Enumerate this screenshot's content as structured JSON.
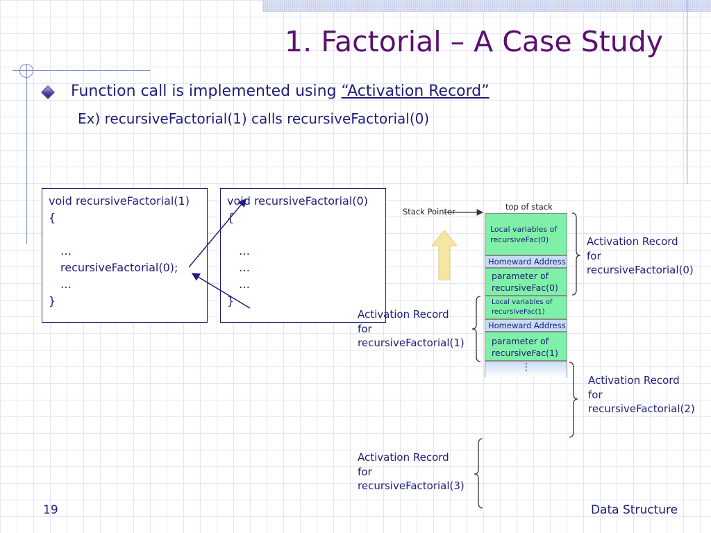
{
  "slide": {
    "title": "1. Factorial – A Case Study",
    "bullet_text": "Function call is implemented using ",
    "bullet_link": "“Activation Record”",
    "sub_text": "Ex) recursiveFactorial(1) calls recursiveFactorial(0)",
    "page_number": "19",
    "footer_label": "Data Structure"
  },
  "code_box_1": {
    "lines": [
      "void recursiveFactorial(1)",
      "{",
      "…",
      "recursiveFactorial(0);",
      "…",
      "}"
    ]
  },
  "code_box_2": {
    "lines": [
      "void recursiveFactorial(0)",
      "{",
      "…",
      "…",
      "…",
      "}"
    ]
  },
  "stack_diagram": {
    "stack_pointer_label": "Stack Pointer",
    "top_label": "top of stack",
    "cells": [
      {
        "text_line1": "Local variables of",
        "text_line2": "recursiveFac(0)",
        "color": "#7ff0a8"
      },
      {
        "text_line1": "Homeward Address",
        "color": "#c8dcf4"
      },
      {
        "text_line1": "parameter of",
        "text_line2": "recursiveFac(0)",
        "color": "#7ff0a8"
      },
      {
        "text_line1": "Local variables of",
        "text_line2": "recursiveFac(1)",
        "color": "#7ff0a8"
      },
      {
        "text_line1": "Homeward Address",
        "color": "#c8dcf4"
      },
      {
        "text_line1": "parameter of",
        "text_line2": "recursiveFac(1)",
        "color": "#7ff0a8"
      },
      {
        "text_line1": "⋮",
        "color": "#c8dcf4"
      }
    ]
  },
  "activation_labels": [
    {
      "line1": "Activation Record",
      "line2": "for",
      "line3": "recursiveFactorial(0)"
    },
    {
      "line1": "Activation Record",
      "line2": "for",
      "line3": "recursiveFactorial(1)"
    },
    {
      "line1": "Activation Record",
      "line2": "for",
      "line3": "recursiveFactorial(2)"
    },
    {
      "line1": "Activation Record",
      "line2": "for",
      "line3": "recursiveFactorial(3)"
    }
  ],
  "colors": {
    "title": "#5a0f6e",
    "text": "#1e1e78",
    "grid": "#e3e6f3",
    "accent_line": "#7f90c8",
    "arrow": "#f5e6a0"
  }
}
